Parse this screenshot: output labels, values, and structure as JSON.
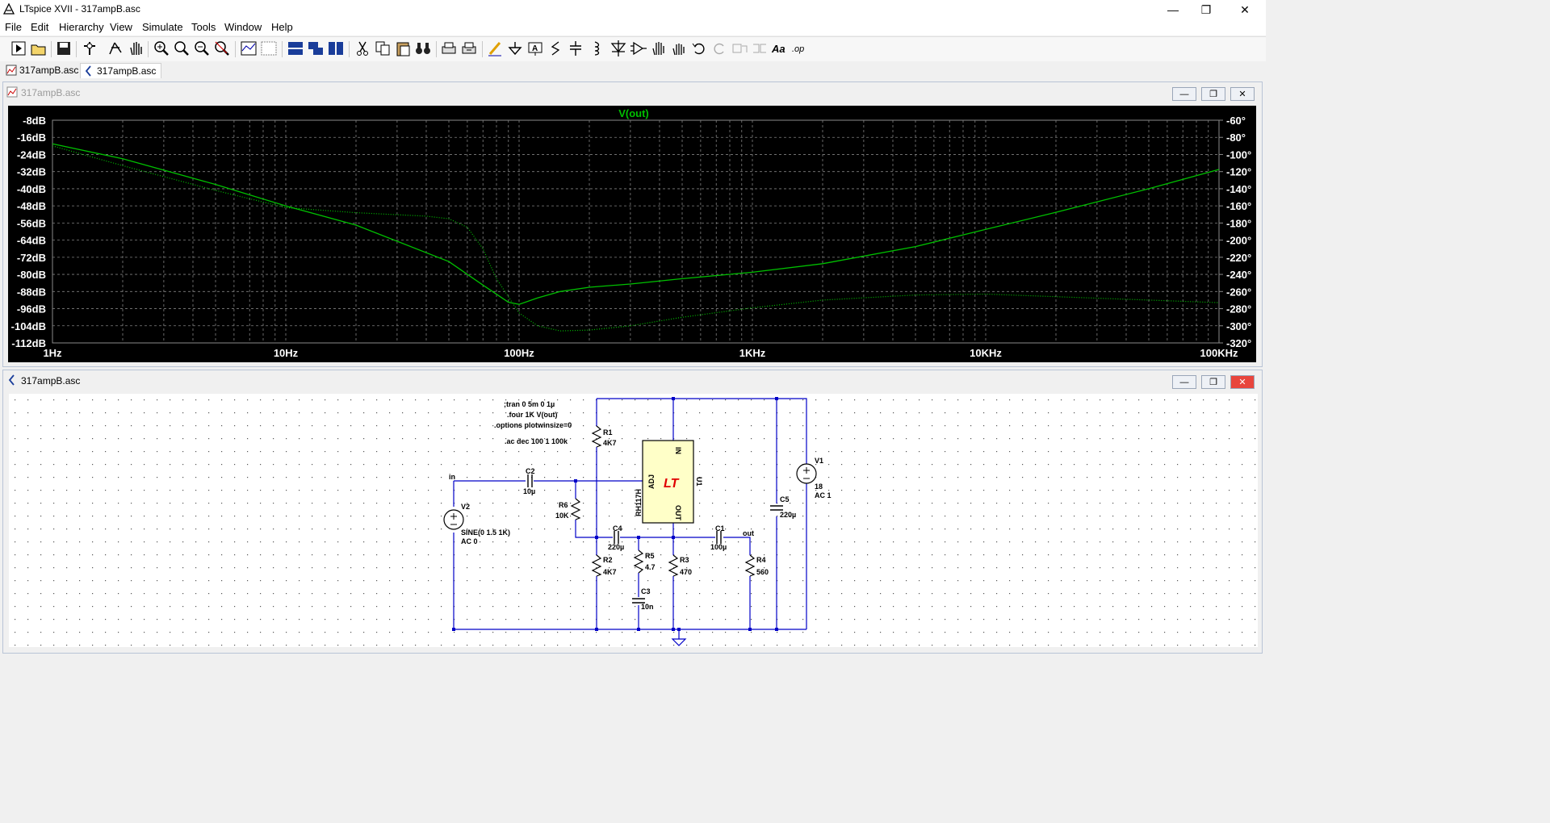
{
  "window": {
    "title": "LTspice XVII - 317ampB.asc",
    "minimize": "—",
    "maximize": "❐",
    "close": "✕"
  },
  "menu": [
    "File",
    "Edit",
    "Hierarchy",
    "View",
    "Simulate",
    "Tools",
    "Window",
    "Help"
  ],
  "tabs": [
    {
      "label": "317ampB.asc",
      "icon": "waveform-icon",
      "active": false
    },
    {
      "label": "317ampB.asc",
      "icon": "schematic-icon",
      "active": true
    }
  ],
  "plot_window": {
    "title": "317ampB.asc",
    "trace_name": "V(out)",
    "trace_color": "#00c000",
    "background": "#000000",
    "text_color": "#ffffff"
  },
  "chart_data": {
    "type": "line",
    "title": "V(out)",
    "x_scale": "log",
    "xlim": [
      1,
      100000
    ],
    "x_ticks": [
      "1Hz",
      "10Hz",
      "100Hz",
      "1KHz",
      "10KHz",
      "100KHz"
    ],
    "y_left_ticks": [
      "-8dB",
      "-16dB",
      "-24dB",
      "-32dB",
      "-40dB",
      "-48dB",
      "-56dB",
      "-64dB",
      "-72dB",
      "-80dB",
      "-88dB",
      "-96dB",
      "-104dB",
      "-112dB"
    ],
    "y_left_range": [
      -112,
      -8
    ],
    "y_right_ticks": [
      "-60°",
      "-80°",
      "-100°",
      "-120°",
      "-140°",
      "-160°",
      "-180°",
      "-200°",
      "-220°",
      "-240°",
      "-260°",
      "-280°",
      "-300°",
      "-320°"
    ],
    "y_right_range": [
      -320,
      -60
    ],
    "grid": true,
    "series": [
      {
        "name": "V(out)",
        "style": "solid",
        "axis": "left",
        "x": [
          1,
          2,
          5,
          10,
          20,
          50,
          70,
          90,
          100,
          120,
          150,
          200,
          300,
          500,
          1000,
          2000,
          5000,
          10000,
          20000,
          50000,
          100000
        ],
        "y": [
          -19,
          -26,
          -38,
          -48,
          -57,
          -74,
          -85,
          -93,
          -94,
          -91,
          -88,
          -86,
          -84.5,
          -82,
          -79,
          -75,
          -67,
          -59,
          -51,
          -40,
          -31
        ]
      },
      {
        "name": "V(out) phase",
        "style": "dotted",
        "axis": "right",
        "x": [
          1,
          2,
          5,
          10,
          20,
          40,
          50,
          60,
          70,
          80,
          100,
          120,
          150,
          200,
          300,
          500,
          1000,
          2000,
          5000,
          10000,
          20000,
          50000,
          100000
        ],
        "y": [
          -90,
          -113,
          -142,
          -162,
          -168,
          -172,
          -175,
          -185,
          -210,
          -245,
          -285,
          -300,
          -306,
          -305,
          -300,
          -290,
          -279,
          -270,
          -264,
          -263,
          -266,
          -270,
          -273
        ]
      }
    ]
  },
  "schematic_window": {
    "title": "317ampB.asc",
    "directives": [
      ";tran 0 5m 0 1µ",
      ".four 1K V(out)",
      ".options plotwinsize=0",
      ".ac dec 100 1 100k"
    ],
    "net_labels": {
      "in": "in",
      "out": "out"
    },
    "components": {
      "R1": {
        "name": "R1",
        "value": "4K7"
      },
      "R2": {
        "name": "R2",
        "value": "4K7"
      },
      "R3": {
        "name": "R3",
        "value": "470"
      },
      "R4": {
        "name": "R4",
        "value": "560"
      },
      "R5": {
        "name": "R5",
        "value": "4.7"
      },
      "R6": {
        "name": "R6",
        "value": "10K"
      },
      "C1": {
        "name": "C1",
        "value": "100µ"
      },
      "C2": {
        "name": "C2",
        "value": "10µ"
      },
      "C3": {
        "name": "C3",
        "value": "10n"
      },
      "C4": {
        "name": "C4",
        "value": "220µ"
      },
      "C5": {
        "name": "C5",
        "value": "220µ"
      },
      "V1": {
        "name": "V1",
        "value": "18",
        "value2": "AC 1"
      },
      "V2": {
        "name": "V2",
        "value": "SINE(0 1.5 1K)",
        "value2": "AC 0"
      },
      "U1": {
        "name": "U1",
        "part": "RH117H",
        "pin_in": "IN",
        "pin_adj": "ADJ",
        "pin_out": "OUT",
        "logo": "LT"
      }
    },
    "wire_color": "#0000c8",
    "component_color": "#000000",
    "ic_fill": "#ffffc8",
    "logo_color": "#e00000"
  }
}
